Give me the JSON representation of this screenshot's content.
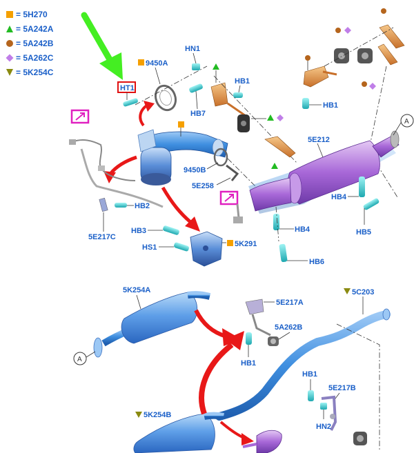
{
  "legend": [
    {
      "shape": "square",
      "color": "#f5a000",
      "label": "= 5H270"
    },
    {
      "shape": "triangle-up",
      "color": "#22bb22",
      "label": "= 5A242A"
    },
    {
      "shape": "circle",
      "color": "#b5651d",
      "label": "= 5A242B"
    },
    {
      "shape": "diamond",
      "color": "#c07ee8",
      "label": "= 5A262C"
    },
    {
      "shape": "triangle-down",
      "color": "#8a8a10",
      "label": "= 5K254C"
    }
  ],
  "parts": {
    "ht1": "HT1",
    "p9450a": "9450A",
    "hn1": "HN1",
    "hb7": "HB7",
    "hb1_top": "HB1",
    "hb1_right": "HB1",
    "p5e212": "5E212",
    "p9450b": "9450B",
    "p5e258": "5E258",
    "hb2": "HB2",
    "p5e217c": "5E217C",
    "hb3": "HB3",
    "hs1": "HS1",
    "p5k291": "5K291",
    "hb4_left": "HB4",
    "hb4_right": "HB4",
    "hb5": "HB5",
    "hb6": "HB6",
    "p5k254a": "5K254A",
    "p5e217a": "5E217A",
    "p5a262b": "5A262B",
    "hb1_lower": "HB1",
    "p5c203": "5C203",
    "hb1_bottom": "HB1",
    "p5e217b": "5E217B",
    "hn2": "HN2",
    "p5k254b": "5K254B",
    "ref_a_top": "A",
    "ref_a_bottom": "A"
  },
  "colors": {
    "label": "#1a5fc8",
    "pipe": "#3f8fe0",
    "muffler": "#5f9fe8",
    "dpf": "#a868d8",
    "bracket": "#e0903a",
    "fastener": "#40c8c8",
    "arrow_red": "#e81818",
    "arrow_green": "#44ee22",
    "callout_magenta": "#e020c0",
    "highlight_red": "#e01010"
  }
}
